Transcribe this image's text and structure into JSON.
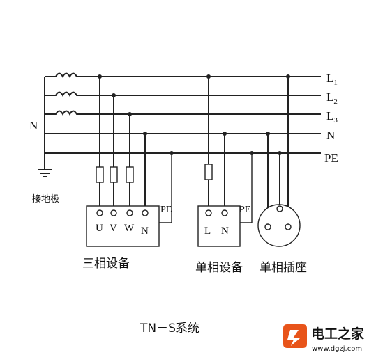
{
  "buses": {
    "l1": "L",
    "l1_sub": "1",
    "l2": "L",
    "l2_sub": "2",
    "l3": "L",
    "l3_sub": "3",
    "n": "N",
    "pe": "PE"
  },
  "source": {
    "neutral_label": "N",
    "ground_label": "接地极"
  },
  "three_phase": {
    "label": "三相设备",
    "terminals": [
      "U",
      "V",
      "W",
      "N"
    ],
    "pe_label": "PE"
  },
  "single_phase": {
    "label": "单相设备",
    "terminals": [
      "L",
      "N"
    ],
    "pe_label": "PE"
  },
  "socket": {
    "label": "单相插座"
  },
  "caption": "TN－S系统",
  "watermark": {
    "brand": "电工之家",
    "url": "www.dgzj.com",
    "accent_color": "#e8541a"
  }
}
